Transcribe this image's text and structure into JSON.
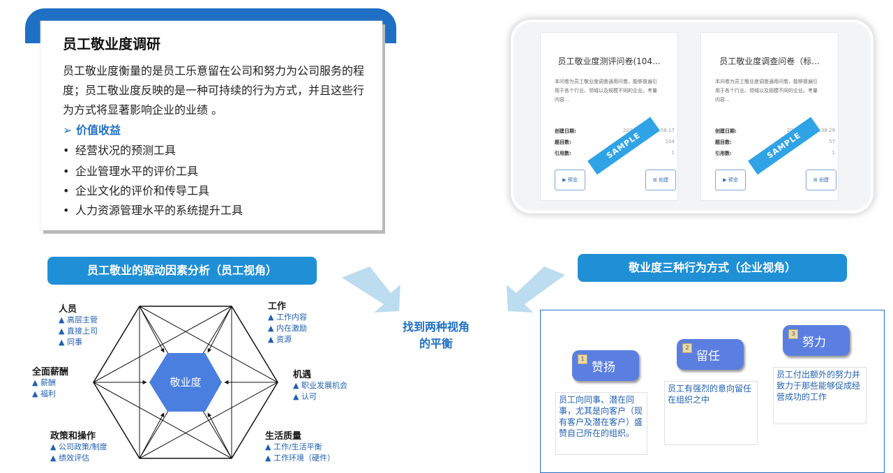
{
  "intro": {
    "title": "员工敬业度调研",
    "body": "员工敬业度衡量的是员工乐意留在公司和努力为公司服务的程度；员工敬业度反映的是一种可持续的行为方式，并且这些行为方式将显著影响企业的业绩 。",
    "subheading": "价值收益",
    "subheading_marker": "➢",
    "bullets": [
      "经营状况的预测工具",
      "企业管理水平的评价工具",
      "企业文化的评价和传导工具",
      "人力资源管理水平的系统提升工具"
    ],
    "bullet_marker": "•"
  },
  "screenshot": {
    "cards": [
      {
        "title": "员工敬业度测评问卷(104...",
        "description": "本问卷为员工敬业度调查通用问卷，能够普遍引用于各个行业、领域以及规模不同的企业。考量内容...",
        "created_label": "创建日期:",
        "created_value": "2020/10/11 16:58:17",
        "questions_label": "题目数:",
        "questions_value": "104",
        "cited_label": "引用数:",
        "cited_value": "1",
        "preview_label": "预览",
        "create_label": "创建",
        "stamp": "SAMPLE"
      },
      {
        "title": "员工敬业度调查问卷（标...",
        "description": "本问卷为员工敬业度调查通用问卷，能够普遍引用于各个行业、领域以及规模不同的企业。考量内容...",
        "created_label": "创建日期:",
        "created_value": "2020/8/11 14:38:29",
        "questions_label": "题目数:",
        "questions_value": "57",
        "cited_label": "引用数:",
        "cited_value": "1",
        "preview_label": "预览",
        "create_label": "创建",
        "stamp": "SAMPLE"
      }
    ]
  },
  "drivers": {
    "heading": "员工敬业的驱动因素分析（员工视角）",
    "center": "敬业度",
    "marker_small": "▲",
    "groups": {
      "people": {
        "title": "人员",
        "items": [
          "高层主管",
          "直接上司",
          "同事"
        ]
      },
      "work": {
        "title": "工作",
        "items": [
          "工作内容",
          "内在激励",
          "资源"
        ]
      },
      "pay": {
        "title": "全面薪酬",
        "items": [
          "薪酬",
          "福利"
        ]
      },
      "opportunity": {
        "title": "机遇",
        "items": [
          "职业发展机会",
          "认可"
        ]
      },
      "policy": {
        "title": "政策和操作",
        "items": [
          "公司政策/制度",
          "绩效评估"
        ]
      },
      "life": {
        "title": "生活质量",
        "items": [
          "工作/生活平衡",
          "工作环境（硬件）"
        ]
      }
    }
  },
  "balance": {
    "line1": "找到两种视角",
    "line2": "的平衡"
  },
  "behaviors": {
    "heading": "敬业度三种行为方式（企业视角）",
    "items": [
      {
        "num": "1",
        "label": "赞扬",
        "desc": "员工向同事、潜在同事，尤其是向客户（现有客户及潜在客户）盛赞自己所在的组织。"
      },
      {
        "num": "2",
        "label": "留任",
        "desc": "员工有强烈的意向留任在组织之中"
      },
      {
        "num": "3",
        "label": "努力",
        "desc": "员工付出额外的努力并致力于那些能够促成经营成功的工作"
      }
    ]
  },
  "colors": {
    "brand_blue": "#1f6fc4",
    "pill_blue": "#1f8fd6",
    "hexagon": "#4a7fe0",
    "behavior_button": "#5b7fe0",
    "arrow": "#bcdcf0"
  }
}
